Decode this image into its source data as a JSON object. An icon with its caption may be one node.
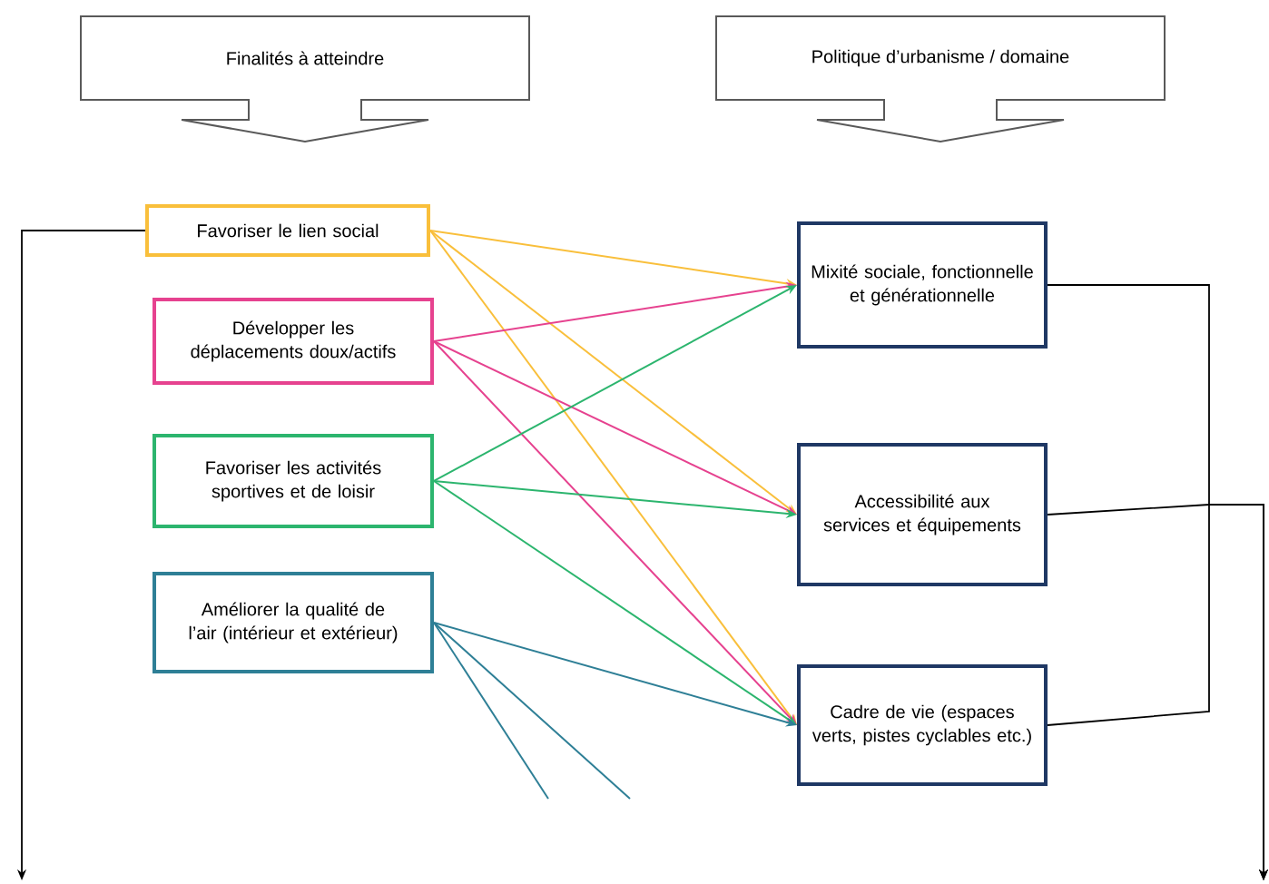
{
  "diagram": {
    "nodes": [
      {
        "text": [
          "Finalités à atteindre"
        ]
      },
      {
        "text": [
          "Politique d’urbanisme / domaine"
        ]
      },
      {
        "text": [
          "Favoriser le lien social"
        ]
      },
      {
        "text": [
          "Développer les déplacements doux/actifs"
        ]
      },
      {
        "text": [
          "Favoriser les activités sportives et de loisir"
        ]
      },
      {
        "text": [
          "Améliorer la qualité de l’air (intérieur et extérieur)"
        ]
      },
      {
        "text": [
          "Mixité sociale, fonctionnelle et générationnelle"
        ]
      },
      {
        "text": [
          "Accessibilité aux services et équipements"
        ]
      },
      {
        "text": [
          "Cadre de vie (espaces verts, pistes cyclables etc.)"
        ]
      }
    ],
    "edges": [
      {
        "from": 2,
        "to": 6,
        "arrow": "to",
        "color": "#f9bf3b"
      },
      {
        "from": 2,
        "to": 7,
        "arrow": "to",
        "color": "#f9bf3b"
      },
      {
        "from": 2,
        "to": 8,
        "arrow": "to",
        "color": "#f9bf3b"
      },
      {
        "from": 3,
        "to": 6,
        "arrow": "to",
        "color": "#e6428f"
      },
      {
        "from": 3,
        "to": 7,
        "arrow": "to",
        "color": "#e6428f"
      },
      {
        "from": 3,
        "to": 8,
        "arrow": "to",
        "color": "#e6428f"
      },
      {
        "from": 4,
        "to": 6,
        "arrow": "to",
        "color": "#2cb56e"
      },
      {
        "from": 4,
        "to": 7,
        "arrow": "to",
        "color": "#2cb56e"
      },
      {
        "from": 4,
        "to": 8,
        "arrow": "to",
        "color": "#2cb56e"
      },
      {
        "from": 5,
        "to": 8,
        "arrow": "to",
        "color": "#2e7f96"
      },
      {
        "from": 5,
        "to": null,
        "arrow": "none",
        "color": "#2e7f96"
      },
      {
        "from": 5,
        "to": null,
        "arrow": "none",
        "color": "#2e7f96"
      },
      {
        "from": 2,
        "to": null,
        "arrow": "to"
      },
      {
        "from": 6,
        "to": null,
        "arrow": "to"
      },
      {
        "from": 7,
        "to": null,
        "arrow": "to"
      },
      {
        "from": 8,
        "to": null,
        "arrow": "to"
      }
    ]
  }
}
